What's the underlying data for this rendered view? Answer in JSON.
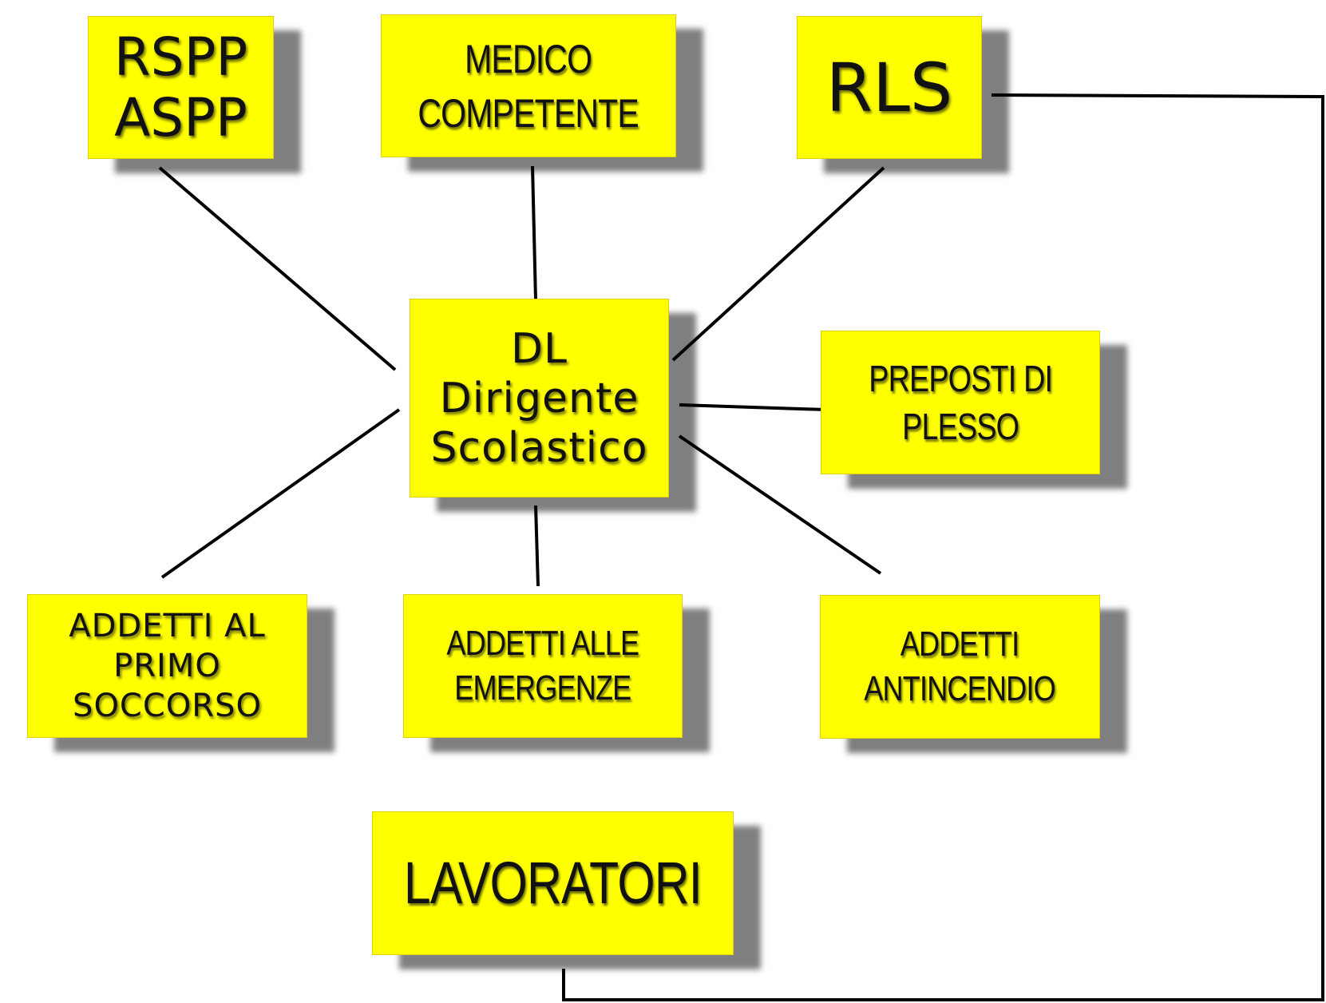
{
  "diagram": {
    "line_color": "#000000",
    "box_color": "#ffff00",
    "nodes": {
      "rspp": {
        "lines": [
          "RSPP",
          "ASPP"
        ]
      },
      "medico": {
        "lines": [
          "MEDICO",
          "COMPETENTE"
        ]
      },
      "rls": {
        "lines": [
          "RLS"
        ]
      },
      "dl": {
        "lines": [
          "DL",
          "Dirigente",
          "Scolastico"
        ]
      },
      "preposti": {
        "lines": [
          "PREPOSTI DI",
          "PLESSO"
        ]
      },
      "primo_soccorso": {
        "lines": [
          "ADDETTI AL",
          "PRIMO",
          "SOCCORSO"
        ]
      },
      "emergenze": {
        "lines": [
          "ADDETTI ALLE",
          "EMERGENZE"
        ]
      },
      "antincendio": {
        "lines": [
          "ADDETTI",
          "ANTINCENDIO"
        ]
      },
      "lavoratori": {
        "lines": [
          "LAVORATORI"
        ]
      }
    },
    "edges": [
      {
        "from": "dl",
        "to": "rspp"
      },
      {
        "from": "dl",
        "to": "medico"
      },
      {
        "from": "dl",
        "to": "rls"
      },
      {
        "from": "dl",
        "to": "preposti"
      },
      {
        "from": "dl",
        "to": "primo_soccorso"
      },
      {
        "from": "dl",
        "to": "emergenze"
      },
      {
        "from": "dl",
        "to": "antincendio"
      },
      {
        "from": "rls",
        "to": "lavoratori"
      }
    ]
  }
}
